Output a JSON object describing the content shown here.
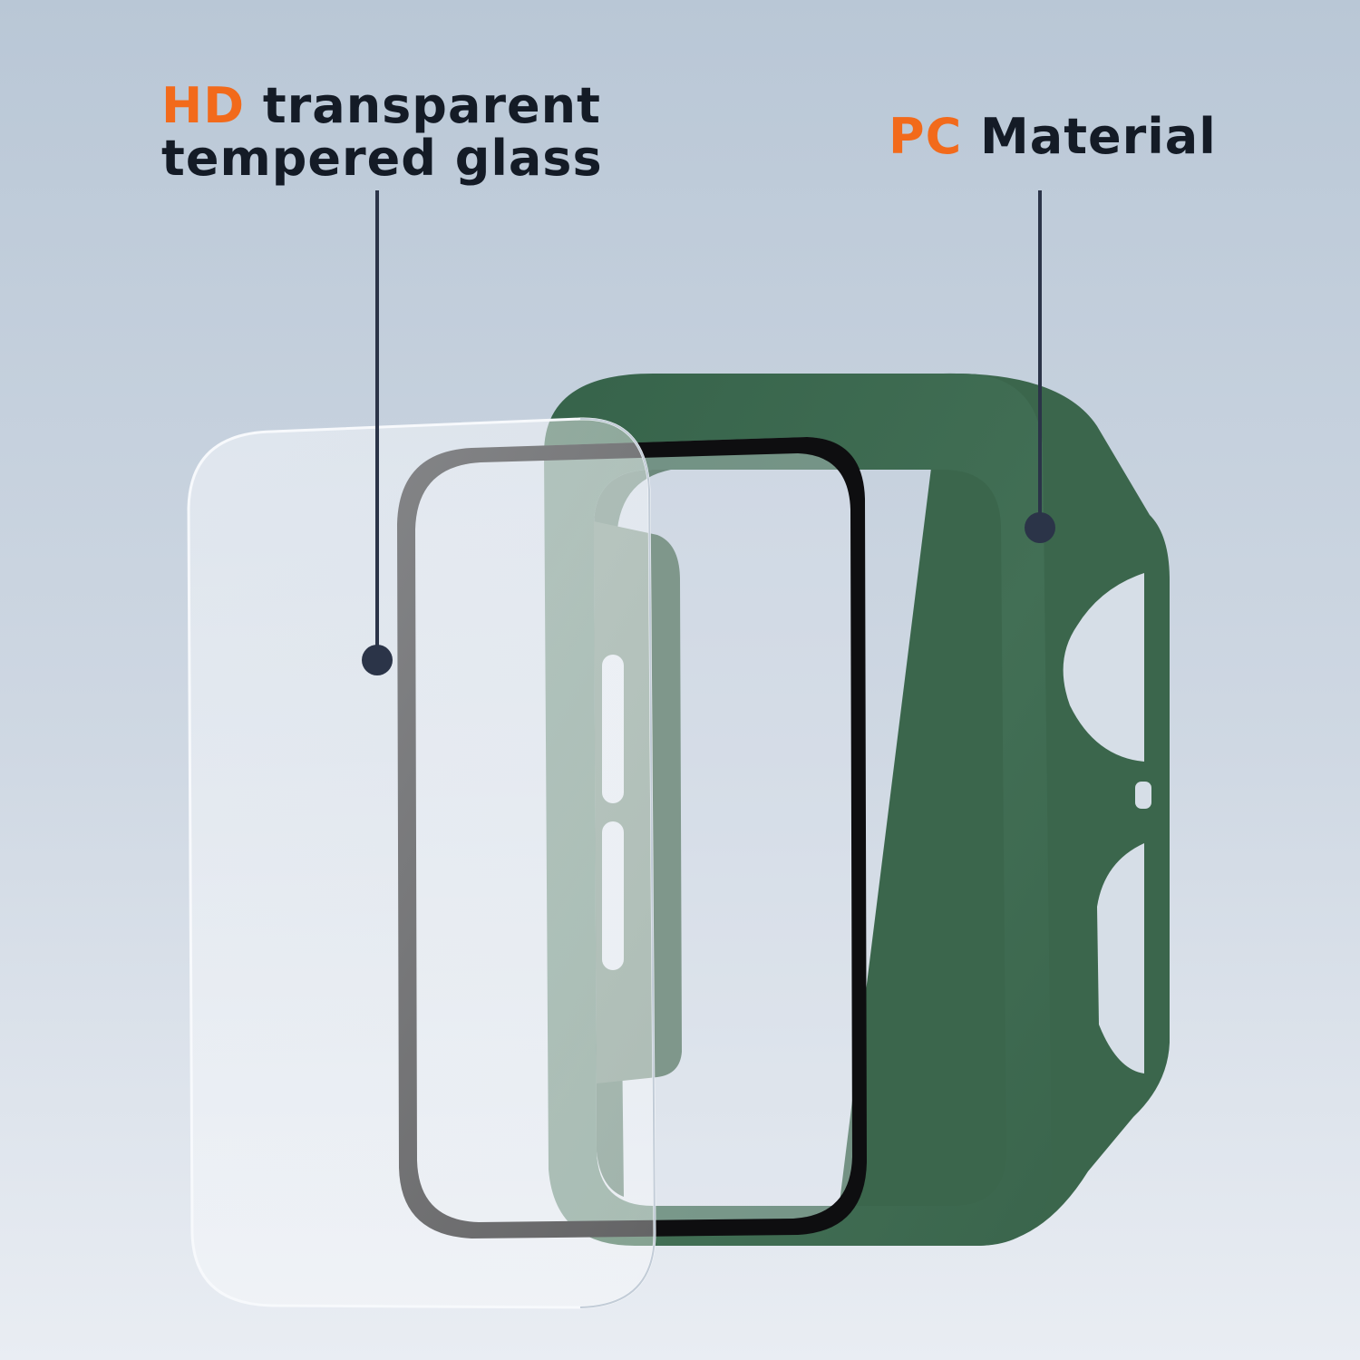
{
  "labels": {
    "glass": {
      "highlight": "HD",
      "line1_rest": " transparent",
      "line2": "tempered glass"
    },
    "pc": {
      "highlight": "PC",
      "rest": " Material"
    }
  },
  "colors": {
    "accent": "#f26a1b",
    "text": "#141b26",
    "callout": "#2b3448",
    "case_green": "#3f6a50",
    "background_top": "#bccad8",
    "background_bottom": "#e8ecf2"
  },
  "parts": [
    "tempered-glass-panel",
    "black-glass-bezel",
    "pc-case-frame"
  ]
}
